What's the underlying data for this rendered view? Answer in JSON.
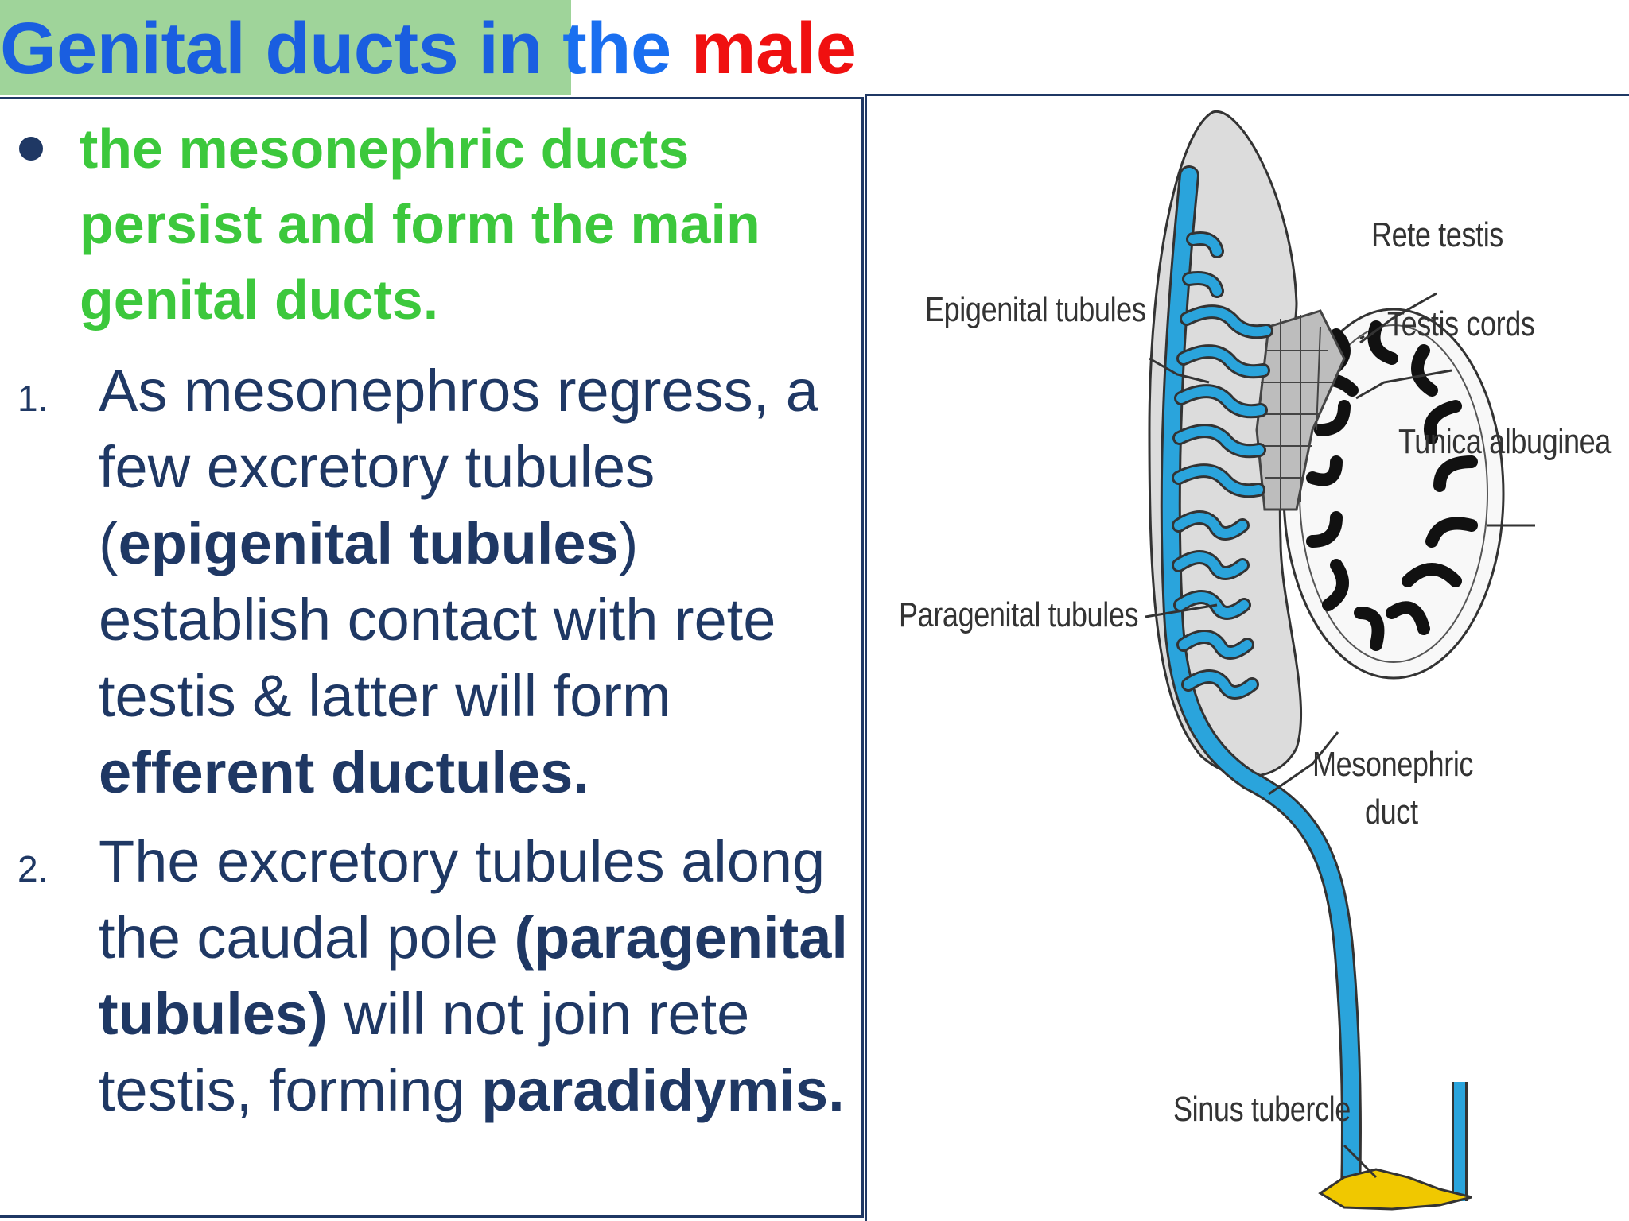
{
  "title": {
    "part1": "Genital ducts in",
    "part2": " the ",
    "part3": "male"
  },
  "bullet": {
    "text": "the mesonephric ducts persist and form the main genital ducts."
  },
  "items": [
    {
      "number": "1.",
      "seg1": "As mesonephros regress, a few excretory tubules (",
      "bold1": "epigenital tubules",
      "seg2": ") establish contact with rete testis & latter will form ",
      "bold2": "efferent ductules."
    },
    {
      "number": "2.",
      "seg1": "The excretory tubules along the caudal pole ",
      "bold1": "(paragenital tubules)",
      "seg2": " will not join rete testis, forming ",
      "bold2": "paradidymis."
    }
  ],
  "diagram": {
    "labels": {
      "rete_testis": "Rete testis",
      "testis_cords": "Testis cords",
      "tunica_albuginea": "Tunica albuginea",
      "epigenital_tubules": "Epigenital tubules",
      "paragenital_tubules": "Paragenital tubules",
      "mesonephric_duct_line1": "Mesonephric",
      "mesonephric_duct_line2": "duct",
      "sinus_tubercle": "Sinus tubercle"
    },
    "colors": {
      "duct": "#2aa4dc",
      "mesonephros": "#dcdcdc",
      "cords": "#111111",
      "tubercle": "#f0c800"
    }
  }
}
